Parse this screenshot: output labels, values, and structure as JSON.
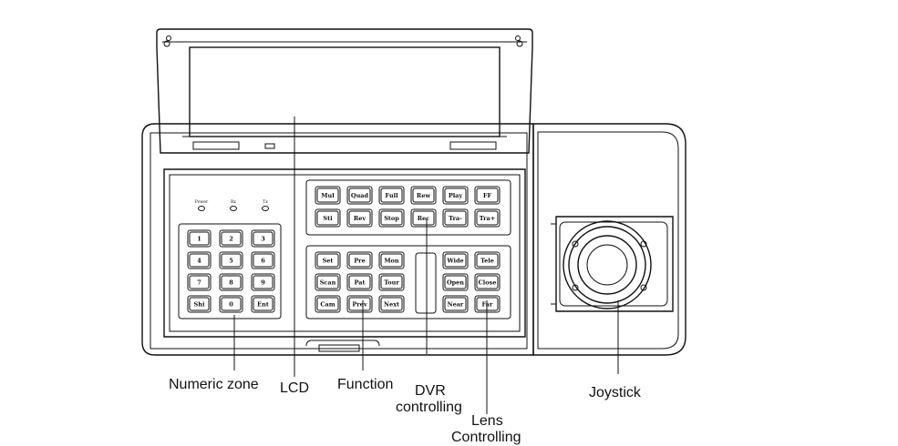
{
  "leds": [
    "Power",
    "Rx",
    "Tx"
  ],
  "numeric_keys": [
    [
      "1",
      "2",
      "3"
    ],
    [
      "4",
      "5",
      "6"
    ],
    [
      "7",
      "8",
      "9"
    ],
    [
      "Shi",
      "0",
      "Ent"
    ]
  ],
  "dvr_keys": [
    [
      "Mul",
      "Quad",
      "Full",
      "Rew",
      "Play",
      "FF"
    ],
    [
      "Sti",
      "Rev",
      "Stop",
      "Rec",
      "Tra-",
      "Tra+"
    ]
  ],
  "function_keys": [
    [
      "Set",
      "Pre",
      "Mon"
    ],
    [
      "Scan",
      "Pat",
      "Tour"
    ],
    [
      "Cam",
      "Prev",
      "Next"
    ]
  ],
  "lens_keys": [
    [
      "Wide",
      "Tele"
    ],
    [
      "Open",
      "Close"
    ],
    [
      "Near",
      "Far"
    ]
  ],
  "labels": {
    "numeric": "Numeric zone",
    "lcd": "LCD",
    "function": "Function",
    "dvr1": "DVR",
    "dvr2": "controlling",
    "lens1": "Lens",
    "lens2": "Controlling",
    "joystick": "Joystick"
  }
}
